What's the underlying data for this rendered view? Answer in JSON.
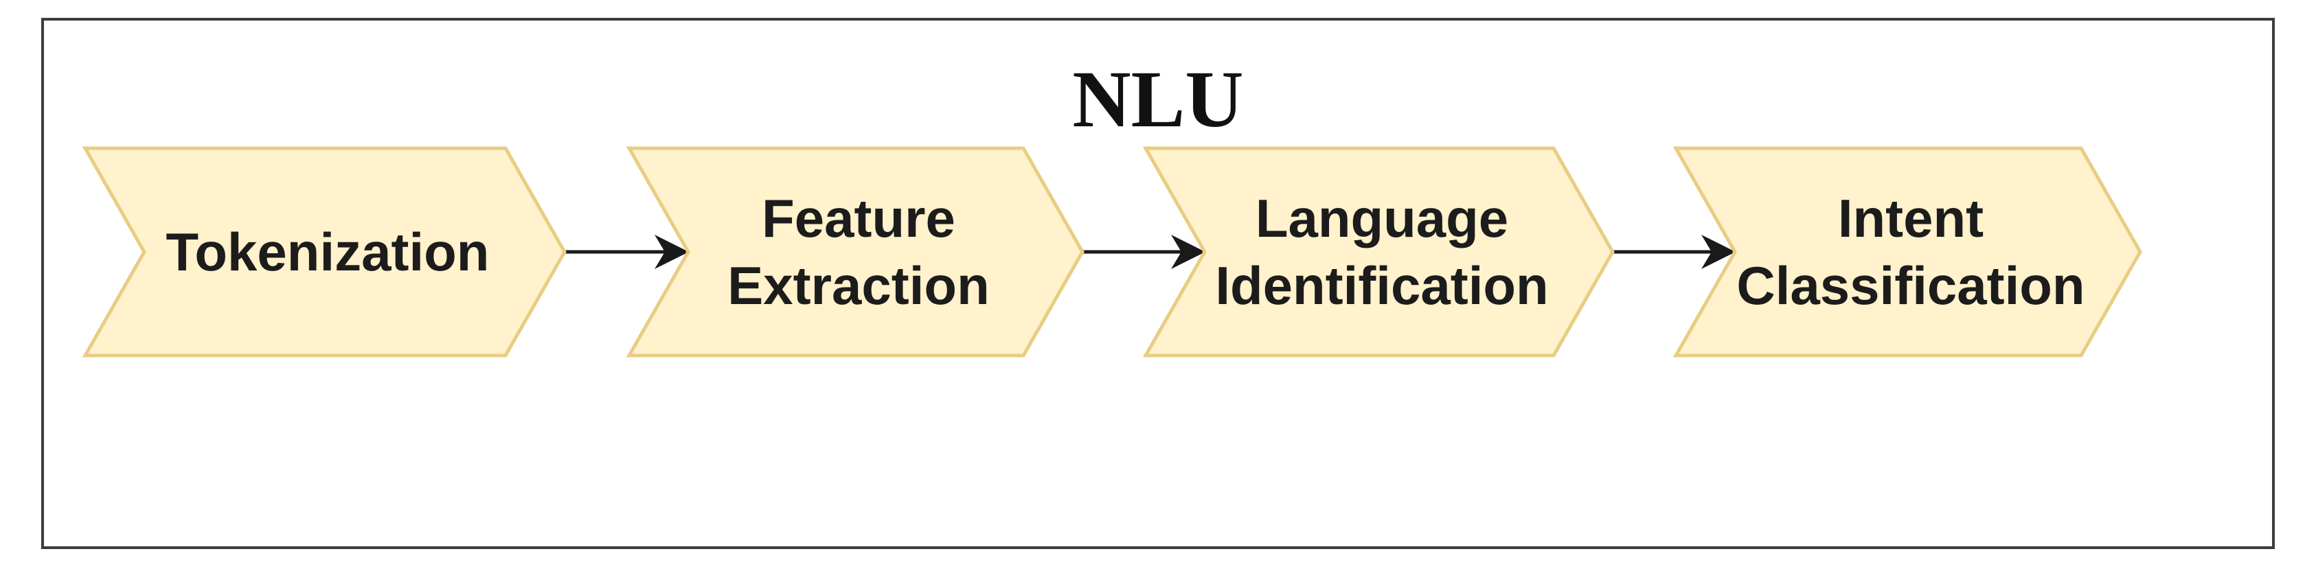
{
  "diagram": {
    "title": "NLU",
    "colors": {
      "shape_fill": "#fff2cc",
      "shape_stroke": "#e8cd82",
      "connector": "#1a1a1a",
      "frame_border": "#3c3c3c",
      "text": "#1c1c1c"
    },
    "steps": [
      {
        "lines": [
          "Tokenization"
        ]
      },
      {
        "lines": [
          "Feature",
          "Extraction"
        ]
      },
      {
        "lines": [
          "Language",
          "Identification"
        ]
      },
      {
        "lines": [
          "Intent",
          "Classification"
        ]
      }
    ],
    "connectors": [
      {
        "from": 0,
        "to": 1
      },
      {
        "from": 1,
        "to": 2
      },
      {
        "from": 2,
        "to": 3
      }
    ]
  }
}
